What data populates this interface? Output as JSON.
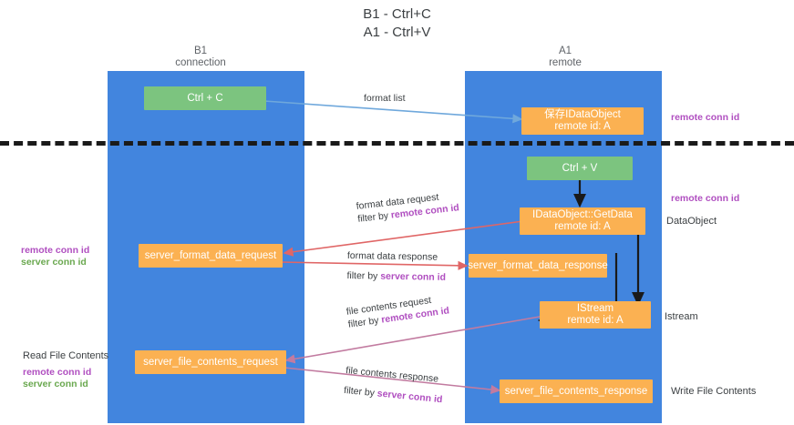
{
  "title": {
    "line1": "B1 - Ctrl+C",
    "line2": "A1 - Ctrl+V"
  },
  "columns": [
    {
      "name": "B1",
      "role": "connection"
    },
    {
      "name": "A1",
      "role": "remote"
    }
  ],
  "boxes": {
    "ctrl_c": "Ctrl + C",
    "ctrl_v": "Ctrl + V",
    "idataobject_title": "保存IDataObject",
    "idataobject_sub": "remote id: A",
    "getdata_title": "IDataObject::GetData",
    "getdata_sub": "remote id: A",
    "istream_title": "IStream",
    "istream_sub": "remote id: A",
    "server_format_data_request": "server_format_data_request",
    "server_format_data_response": "server_format_data_response",
    "server_file_contents_request": "server_file_contents_request",
    "server_file_contents_response": "server_file_contents_response"
  },
  "arrows": {
    "format_list": "format list",
    "format_data_request": "format data request",
    "format_data_request_filter_prefix": "filter by ",
    "format_data_request_filter_key": "remote conn id",
    "format_data_response": "format data response",
    "format_data_response_filter_prefix": "filter by ",
    "format_data_response_filter_key": "server conn id",
    "file_contents_request": "file contents request",
    "file_contents_request_filter_prefix": "filter by ",
    "file_contents_request_filter_key": "remote conn id",
    "file_contents_response": "file contents response",
    "file_contents_response_filter_prefix": "filter by ",
    "file_contents_response_filter_key": "server conn id"
  },
  "annotations": {
    "right_remote_conn_id_top": "remote conn id",
    "right_remote_conn_id_mid": "remote conn id",
    "right_dataobject": "DataObject",
    "right_istream": "Istream",
    "right_write_file_contents": "Write File Contents",
    "left_remote_conn_id_mid": "remote conn id",
    "left_server_conn_id_mid": "server conn id",
    "left_read_file_contents": "Read File Contents",
    "left_remote_conn_id_bottom": "remote conn id",
    "left_server_conn_id_bottom": "server conn id"
  },
  "colors": {
    "lane": "#4285de",
    "green_box": "#7cc47f",
    "orange_box": "#fbb152",
    "purple_key": "#b04fc0",
    "green_key": "#6aa84f",
    "arrow_blue": "#6fa8dc",
    "arrow_red": "#e06666",
    "arrow_purple": "#c27ba0",
    "divider": "#1a1a1a"
  }
}
